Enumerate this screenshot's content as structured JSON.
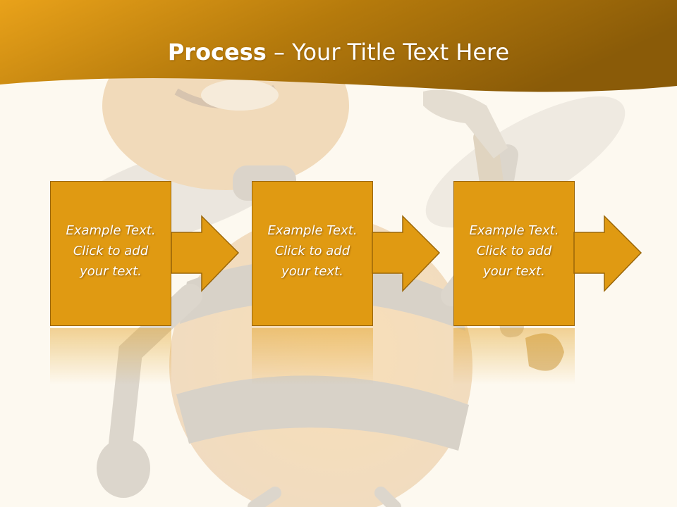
{
  "title": {
    "bold": "Process",
    "rest": " – Your Title Text Here"
  },
  "steps": [
    {
      "line1": "Example Text.",
      "line2": "Click  to add",
      "line3": "your text."
    },
    {
      "line1": "Example Text.",
      "line2": "Click  to add",
      "line3": "your text."
    },
    {
      "line1": "Example Text.",
      "line2": "Click  to add",
      "line3": "your text."
    }
  ],
  "colors": {
    "box_fill": "#e09a12",
    "box_border": "#9a6608",
    "header_gradient_start": "#e9a21a",
    "header_gradient_end": "#8a5b08",
    "background": "#fdf9f0"
  },
  "icons": {
    "background_figure": "cartoon-bee-illustration"
  }
}
